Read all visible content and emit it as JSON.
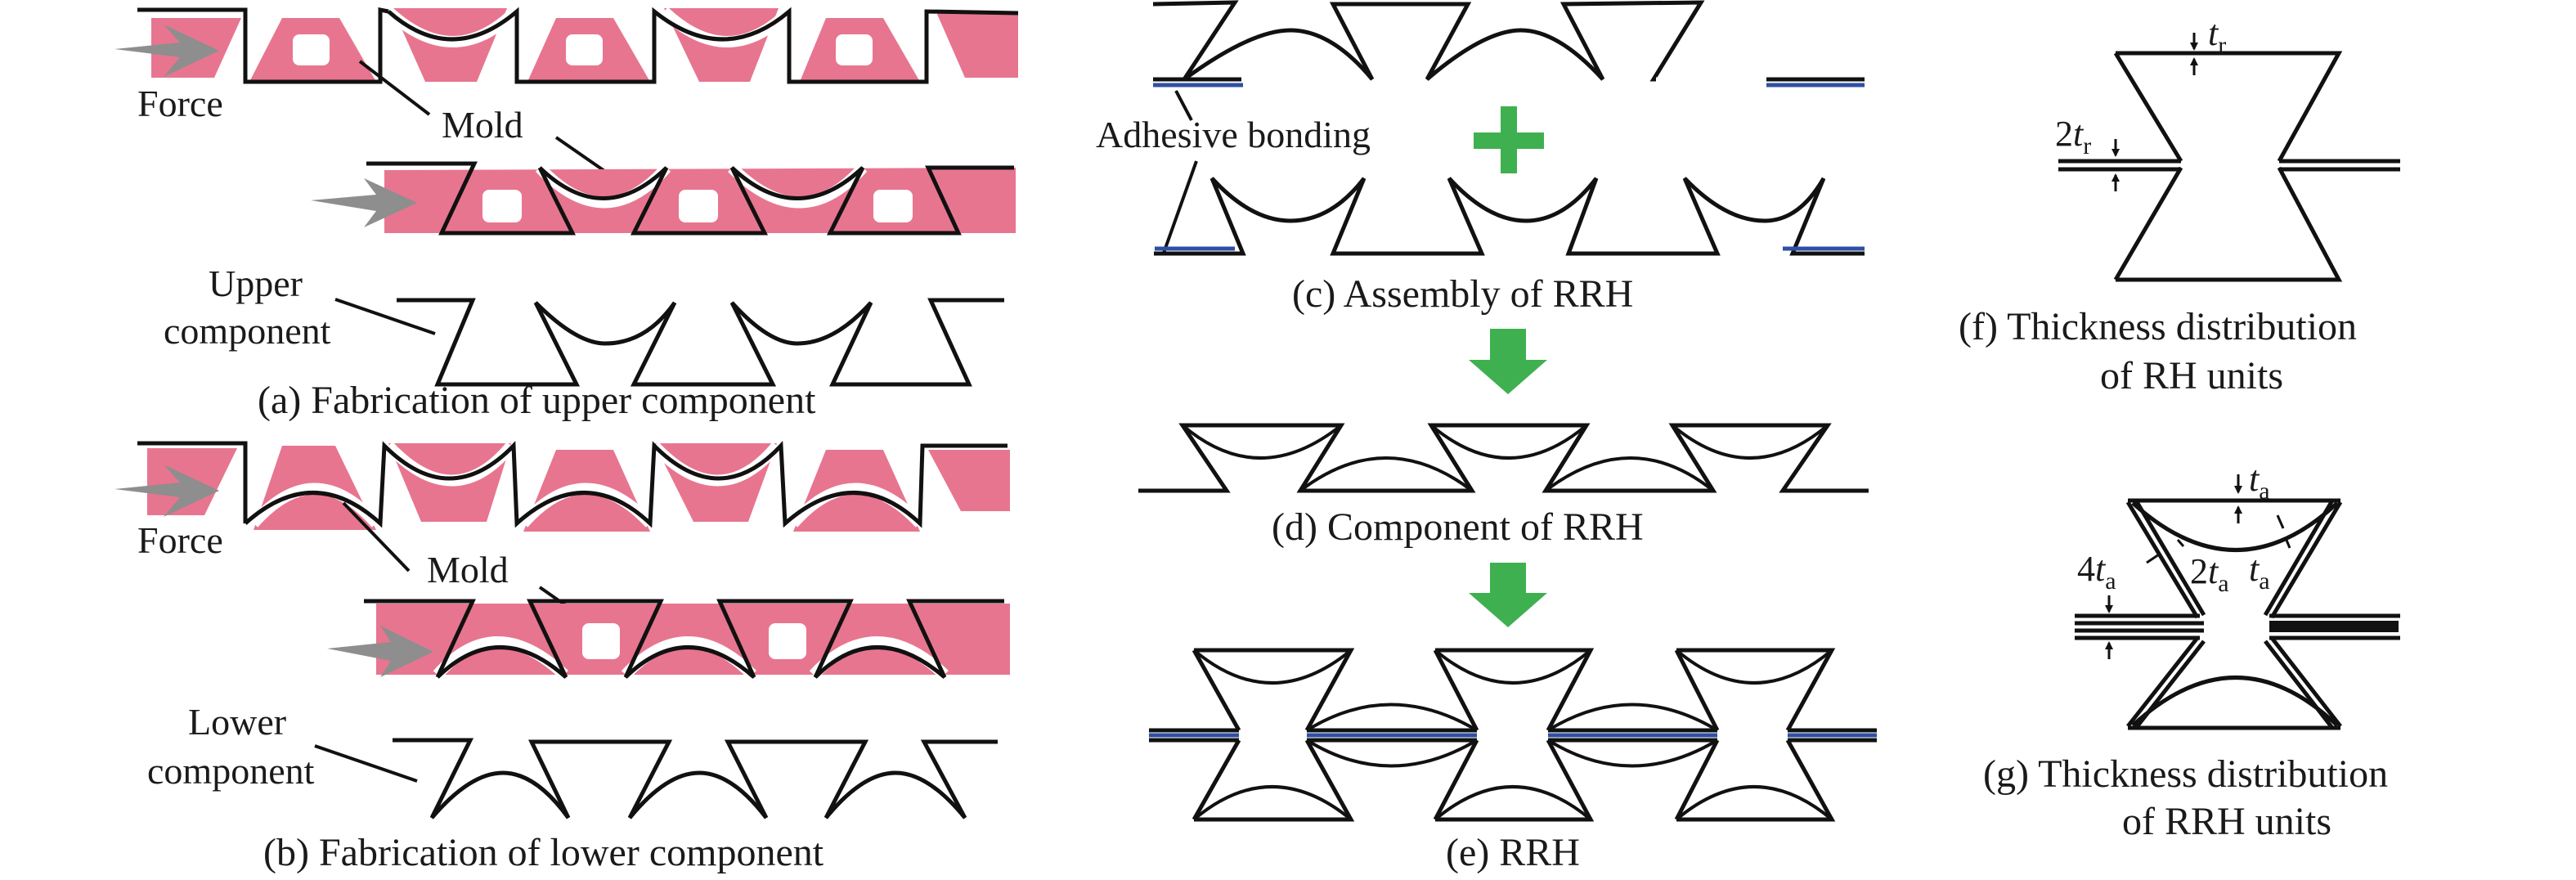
{
  "figure": {
    "colors": {
      "mold": "#e8758f",
      "force_arrow": "#8e8e8e",
      "process_arrow": "#3fb04f",
      "adhesive": "#2f4fa3",
      "line": "#111111"
    },
    "panel_a": {
      "force_label": "Force",
      "mold_label": "Mold",
      "component_label_line1": "Upper",
      "component_label_line2": "component",
      "caption": "(a) Fabrication of upper component"
    },
    "panel_b": {
      "force_label": "Force",
      "mold_label": "Mold",
      "component_label_line1": "Lower",
      "component_label_line2": "component",
      "caption": "(b) Fabrication of lower component"
    },
    "panel_c": {
      "adhesive_label": "Adhesive bonding",
      "plus_symbol": "plus-icon",
      "caption": "(c) Assembly of RRH"
    },
    "panel_d": {
      "caption": "(d) Component of RRH"
    },
    "panel_e": {
      "caption": "(e) RRH"
    },
    "panel_f": {
      "top_thickness": {
        "base": "t",
        "sub": "r"
      },
      "wall_thickness": {
        "coef": "2",
        "base": "t",
        "sub": "r"
      },
      "caption_line1": "(f) Thickness distribution",
      "caption_line2": "of RH units"
    },
    "panel_g": {
      "top_thickness": {
        "base": "t",
        "sub": "a"
      },
      "curve_thickness": {
        "base": "t",
        "sub": "a"
      },
      "wall_thickness": {
        "coef": "2",
        "base": "t",
        "sub": "a"
      },
      "wall_joint_thickness": {
        "coef": "4",
        "base": "t",
        "sub": "a"
      },
      "caption_line1": "(g) Thickness distribution",
      "caption_line2": "of RRH units"
    }
  }
}
